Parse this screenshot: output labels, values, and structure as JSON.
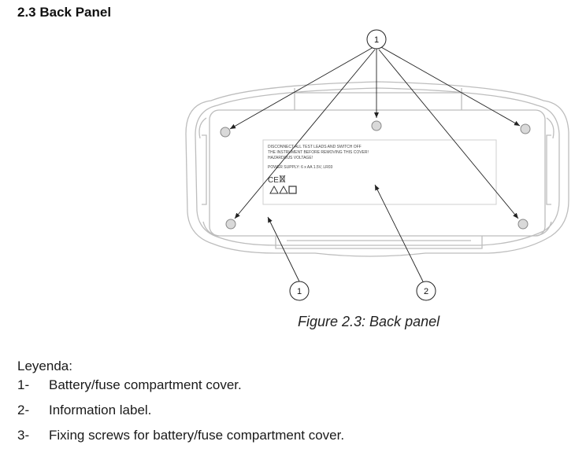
{
  "section": {
    "title": "2.3 Back Panel"
  },
  "figure": {
    "caption": "Figure 2.3: Back panel",
    "callouts": [
      "1",
      "1",
      "2"
    ],
    "label_lines": [
      "DISCONNECT ALL TEST LEADS AND SWITCH OFF",
      "THE INSTRUMENT BEFORE REMOVING THIS COVER!",
      "HAZARDOUS VOLTAGE!"
    ],
    "power_supply": "POWER SUPPLY: 6 x AA 1.5V, LR03",
    "ce_mark": "CE"
  },
  "legend": {
    "title": "Leyenda:",
    "items": [
      {
        "num": "1-",
        "text": "Battery/fuse compartment cover."
      },
      {
        "num": "2-",
        "text": "Information label."
      },
      {
        "num": "3-",
        "text": "Fixing screws for battery/fuse compartment cover."
      }
    ]
  }
}
